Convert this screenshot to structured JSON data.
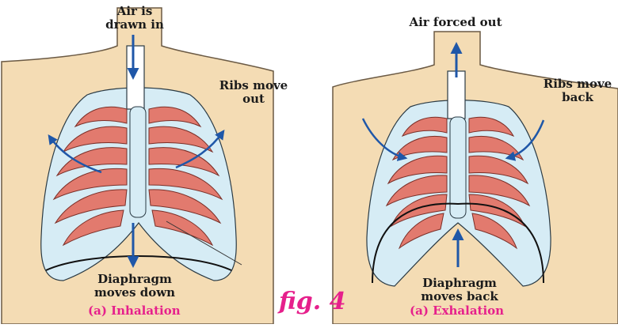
{
  "inhalation": {
    "air_label": "Air is\ndrawn in",
    "ribs_label": "Ribs move\nout",
    "diaphragm_label": "Diaphragm\nmoves down",
    "caption": "(a) Inhalation"
  },
  "exhalation": {
    "air_label": "Air forced out",
    "ribs_label": "Ribs move\nback",
    "diaphragm_label": "Diaphragm\nmoves back",
    "caption": "(a) Exhalation"
  },
  "figure_label": "fig. 4",
  "colors": {
    "skin": "#f4dcb4",
    "skin_outline": "#6b5a44",
    "rib": "#e27a6e",
    "rib_outline": "#7a2f28",
    "cage": "#d6ecf5",
    "arrow": "#1f57a8",
    "caption": "#e6208c",
    "figure_label": "#e6208c"
  }
}
